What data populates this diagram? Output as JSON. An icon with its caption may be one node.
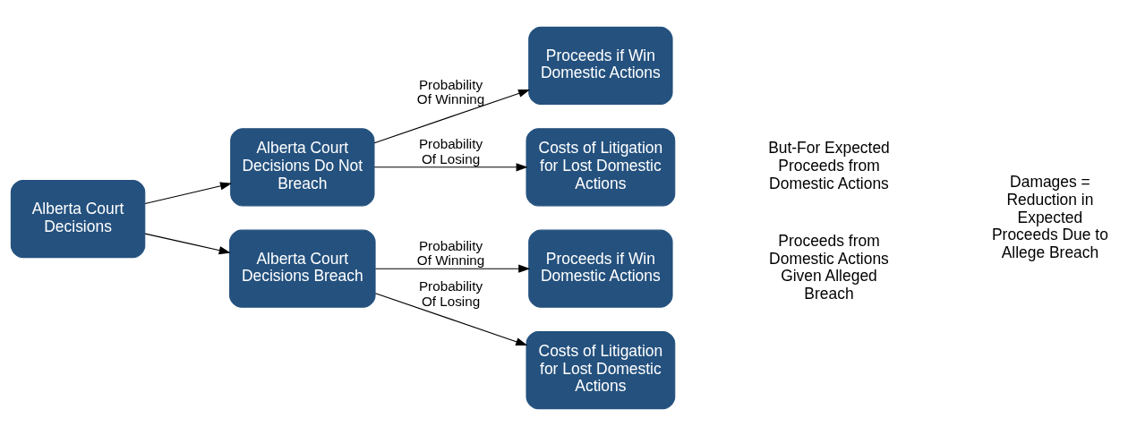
{
  "diagram": {
    "nodes": [
      {
        "text": [
          "Alberta Court Decisions"
        ]
      },
      {
        "text": [
          "Alberta Court Decisions Do Not Breach"
        ]
      },
      {
        "text": [
          "Proceeds if Win Domestic Actions"
        ]
      },
      {
        "text": [
          "Costs of Litigation for Lost Domestic Actions"
        ]
      },
      {
        "text": [
          "Alberta Court Decisions Breach"
        ]
      },
      {
        "text": [
          "Proceeds if Win Domestic Actions"
        ]
      },
      {
        "text": [
          "Costs of Litigation for Lost Domestic Actions"
        ]
      }
    ],
    "edges": [
      {
        "from": 0,
        "to": 1,
        "arrow": "to"
      },
      {
        "from": 0,
        "to": 4,
        "arrow": "to"
      },
      {
        "from": 1,
        "to": 2,
        "arrow": "to",
        "label": "Probability Of Winning"
      },
      {
        "from": 1,
        "to": 3,
        "arrow": "to",
        "label": "Probability Of Losing"
      },
      {
        "from": 4,
        "to": 5,
        "arrow": "to",
        "label": "Probability Of Winning"
      },
      {
        "from": 4,
        "to": 6,
        "arrow": "to",
        "label": "Probability Of Losing"
      }
    ],
    "labels": [
      "But-For Expected Proceeds from Domestic Actions",
      "Proceeds from Domestic Actions Given Alleged Breach",
      "Damages = Reduction in Expected Proceeds Due to Allege Breach"
    ]
  }
}
